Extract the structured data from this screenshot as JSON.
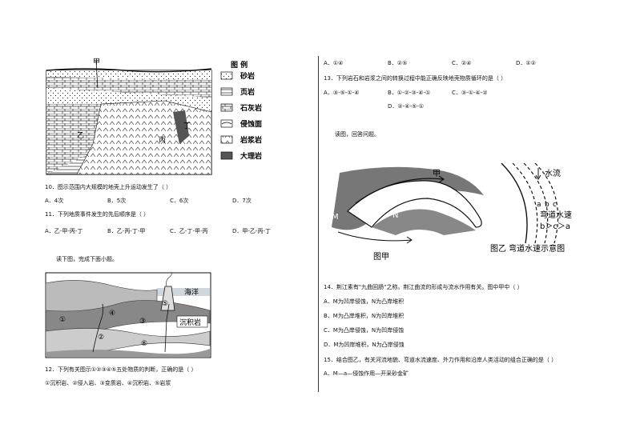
{
  "left": {
    "figure1": {
      "label_jia": "甲",
      "label_yi": "乙",
      "label_bing": "丙",
      "label_ding": "丁",
      "legend_title": "图 例",
      "legend_items": [
        "砂岩",
        "页岩",
        "石灰岩",
        "侵蚀面",
        "岩浆岩",
        "大理岩"
      ]
    },
    "q10": {
      "text": "10．图示范围内大规模的地壳上升运动发生了（    ）",
      "options": [
        "A．4次",
        "B．5次",
        "C．6次",
        "D．7次"
      ]
    },
    "q11": {
      "text": "11．下列地质事件发生的先后顺序是（    ）",
      "options": [
        "A．乙-甲-丙-丁",
        "B．乙-丙-丁-甲",
        "C．乙-丁-甲-丙",
        "D．甲-乙-丙-丁"
      ]
    },
    "instruction2": "读下图，完成下面小题。",
    "figure2": {
      "ocean_label": "海洋",
      "sediment_label": "沉积岩",
      "nums": [
        "①",
        "②",
        "③",
        "④",
        "⑤",
        "⑥"
      ]
    },
    "q12": {
      "text": "12．下列有关图示①②③④⑤五处物质的判断，正确的是（    ）",
      "line2": "①沉积岩、②侵入岩、③变质岩、④沉积岩、⑤岩浆"
    }
  },
  "right": {
    "q12_options": [
      "A．①④",
      "B．②⑤",
      "C．②④",
      "D．①②"
    ],
    "q13": {
      "text": "13．下列岩石和岩浆之间的转换过程中能正确反映地壳物质循环的是（    ）",
      "options": [
        "A．③-⑤-①-④",
        "B．①-②-③-④-①",
        "C．③-①-④-②",
        "D．②-④-⑤-①"
      ]
    },
    "instruction3": "读图，回答问题。",
    "figure3": {
      "label_jia": "甲",
      "label_M": "M",
      "label_N": "N",
      "caption_jia": "图甲",
      "label_flow": "水流",
      "label_speed": "弯道水速",
      "speed_formula": "b＞c＞a",
      "label_a": "a",
      "label_b": "b",
      "label_c": "c",
      "caption_yi": "图乙 弯道水速示意图"
    },
    "q14": {
      "text": "14．荆江素有\"九曲回肠\"之称。荆江曲流的形成与流水作用有关。图中甲中（    ）",
      "options": [
        "A．M为凹岸侵蚀，N为凸岸堆积",
        "B．M为凸岸堆积，N为凹岸堆积",
        "C．M为凸岸侵蚀，N为凹岸侵蚀",
        "D．M为凹岸堆积，N为凸岸侵蚀"
      ]
    },
    "q15": {
      "text": "15．结合图乙，有关河流地貌、弯道水流速度、外力作用和沿岸人类活动的组合正确的是（    ）",
      "optionA": "A．M—a—侵蚀作用—开采砂金矿"
    }
  }
}
